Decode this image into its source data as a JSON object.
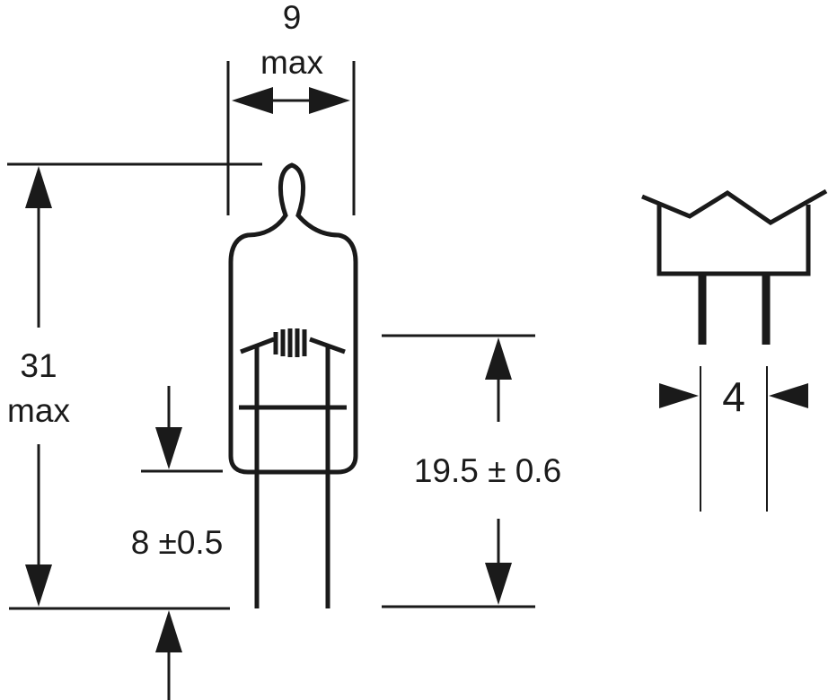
{
  "dimensions": {
    "width_value": "9",
    "width_unit": "max",
    "height_value": "31",
    "height_unit": "max",
    "base_offset": "8 ±0.5",
    "light_center_length": "19.5 ± 0.6",
    "pin_spacing": "4"
  },
  "colors": {
    "ink": "#1a1a1a",
    "background": "#ffffff"
  }
}
